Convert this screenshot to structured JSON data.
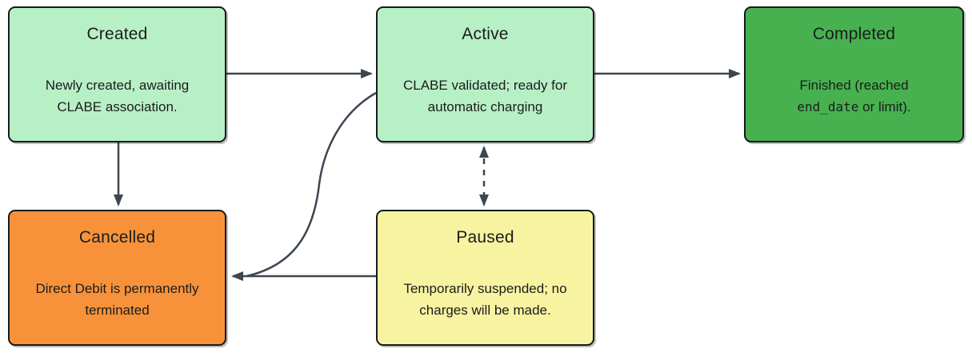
{
  "diagram": {
    "type": "state-diagram",
    "background": "#ffffff",
    "colors": {
      "node_fill_light_green": "#b8f0c6",
      "node_fill_green": "#47b14f",
      "node_fill_orange": "#f8923a",
      "node_fill_yellow": "#f8f3a0",
      "node_border": "#17191c",
      "edge": "#3d4650",
      "text": "#1a1c1d"
    },
    "nodes": [
      {
        "id": "created",
        "title": "Created",
        "description": "Newly created, awaiting CLABE association.",
        "fill": "#b8f0c6"
      },
      {
        "id": "active",
        "title": "Active",
        "description": "CLABE validated; ready for automatic charging",
        "fill": "#b8f0c6"
      },
      {
        "id": "completed",
        "title": "Completed",
        "desc_parts": [
          {
            "text": "Finished (reached "
          },
          {
            "text": "end_date",
            "mono": true
          },
          {
            "text": " or limit)."
          }
        ],
        "fill": "#47b14f"
      },
      {
        "id": "cancelled",
        "title": "Cancelled",
        "description": "Direct Debit is permanently terminated",
        "fill": "#f8923a"
      },
      {
        "id": "paused",
        "title": "Paused",
        "description": "Temporarily suspended; no charges will be made.",
        "fill": "#f8f3a0"
      }
    ],
    "edges": [
      {
        "from": "created",
        "to": "active",
        "style": "solid",
        "direction": "forward"
      },
      {
        "from": "active",
        "to": "completed",
        "style": "solid",
        "direction": "forward"
      },
      {
        "from": "created",
        "to": "cancelled",
        "style": "solid",
        "direction": "forward"
      },
      {
        "from": "active",
        "to": "paused",
        "style": "dashed",
        "direction": "bidirectional"
      },
      {
        "from": "paused",
        "to": "cancelled",
        "style": "solid",
        "direction": "forward"
      },
      {
        "from": "active",
        "to": "cancelled",
        "style": "solid",
        "direction": "forward",
        "shape": "curved"
      }
    ]
  }
}
